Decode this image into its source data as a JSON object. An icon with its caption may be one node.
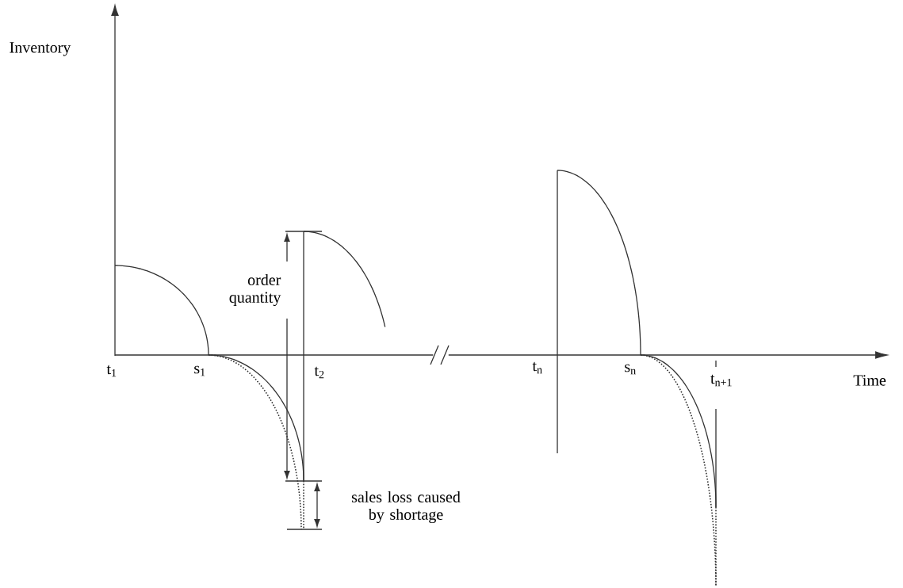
{
  "diagram": {
    "labels": [
      "Inventory",
      "order quantity",
      "t$_{1}$",
      "s$_{1}$",
      "t$_{2}$",
      "t$_{n}$",
      "s$_{n}$",
      "t$_{n+1}$",
      "Time",
      "sales loss caused by shortage"
    ]
  }
}
